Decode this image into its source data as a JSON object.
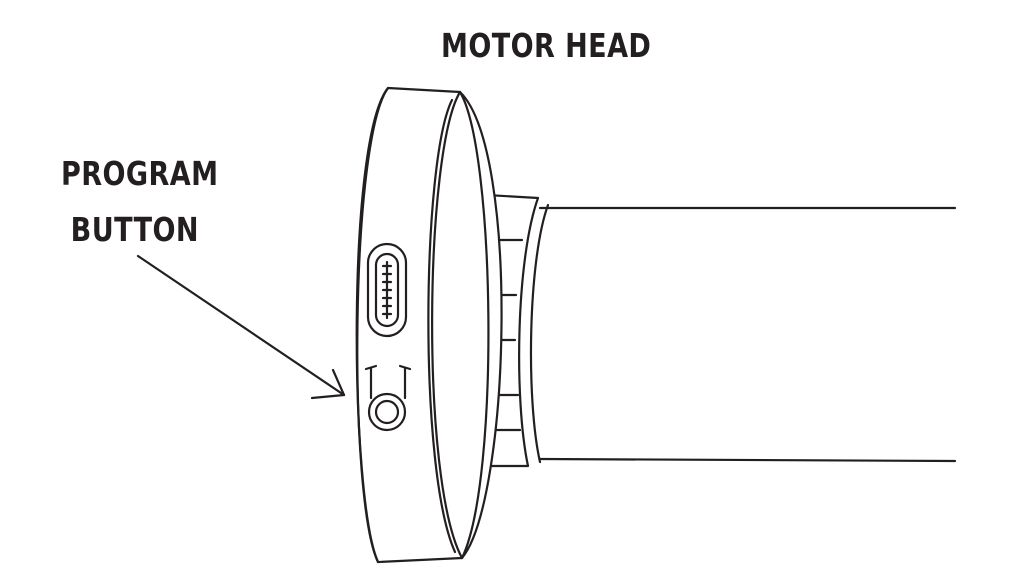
{
  "labels": {
    "motor_head": "MOTOR HEAD",
    "program_line1": "PROGRAM",
    "program_line2": "BUTTON"
  },
  "colors": {
    "ink": "#231f20",
    "background": "#ffffff"
  },
  "icons": {
    "port": "usb-c-port-icon",
    "button": "program-button-icon"
  }
}
